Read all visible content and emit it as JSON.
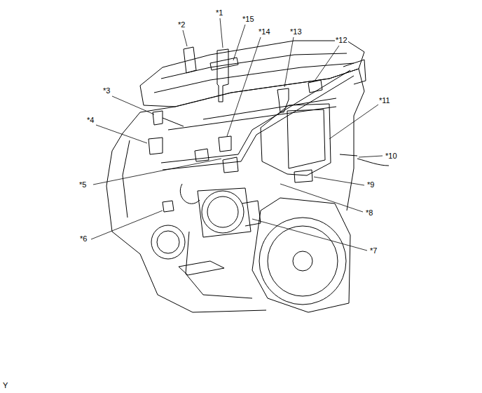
{
  "diagram": {
    "labels": [
      "*1",
      "*2",
      "*15",
      "*14",
      "*13",
      "*12",
      "*3",
      "*11",
      "*4",
      "*10",
      "*5",
      "*9",
      "*8",
      "*6",
      "*7",
      "Y"
    ]
  }
}
